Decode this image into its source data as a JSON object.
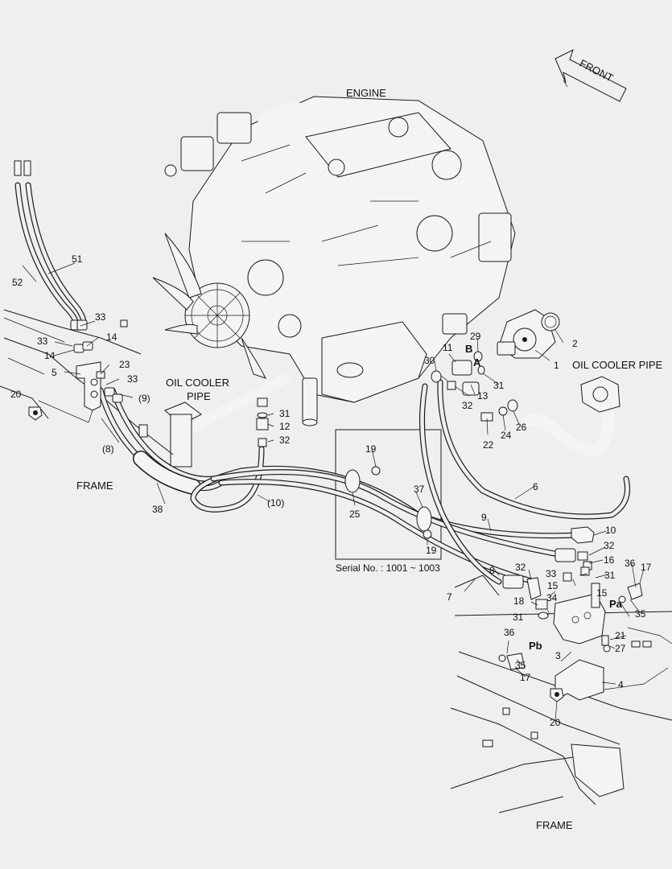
{
  "labels": {
    "engine": "ENGINE",
    "front": "FRONT",
    "oil_cooler_pipe_left_1": "OIL COOLER",
    "oil_cooler_pipe_left_2": "PIPE",
    "oil_cooler_pipe_right": "OIL COOLER PIPE",
    "frame_left": "FRAME",
    "frame_bottom": "FRAME",
    "serial": "Serial No. : 1001 ~ 1003",
    "port_a": "A",
    "port_b": "B",
    "port_pa": "Pa",
    "port_pb": "Pb"
  },
  "callouts": [
    "51",
    "52",
    "33",
    "33",
    "14",
    "14",
    "5",
    "23",
    "33",
    "(9)",
    "20",
    "(8)",
    "38",
    "(10)",
    "31",
    "12",
    "32",
    "19",
    "25",
    "37",
    "19",
    "11",
    "29",
    "30",
    "31",
    "13",
    "32",
    "2",
    "1",
    "22",
    "24",
    "26",
    "6",
    "9",
    "10",
    "32",
    "16",
    "8",
    "33",
    "15",
    "31",
    "15",
    "36",
    "17",
    "32",
    "7",
    "18",
    "34",
    "35",
    "31",
    "36",
    "3",
    "21",
    "27",
    "35",
    "17",
    "4",
    "20"
  ]
}
